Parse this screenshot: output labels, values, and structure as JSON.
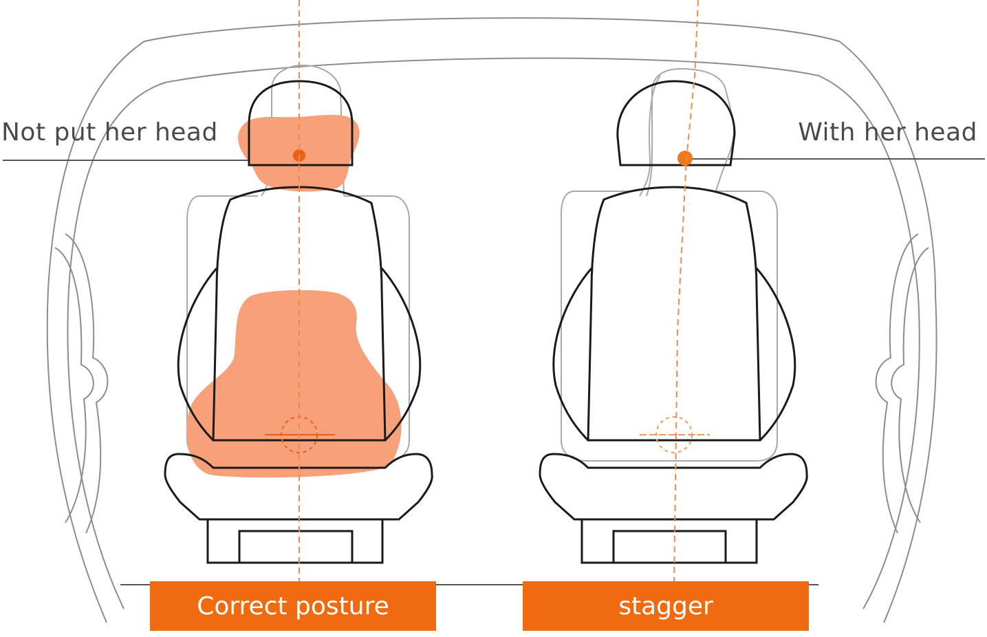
{
  "annotations": {
    "left_head_label": "Not put her head",
    "right_head_label": "With her head"
  },
  "tags": {
    "left": "Correct posture",
    "right": "stagger"
  },
  "colors": {
    "accent": "#f06a10",
    "pillow_fill": "#f7a07a",
    "outline": "#1a1a1a",
    "car_outline": "#8c8c8c",
    "guide_line": "#f08a4a"
  }
}
